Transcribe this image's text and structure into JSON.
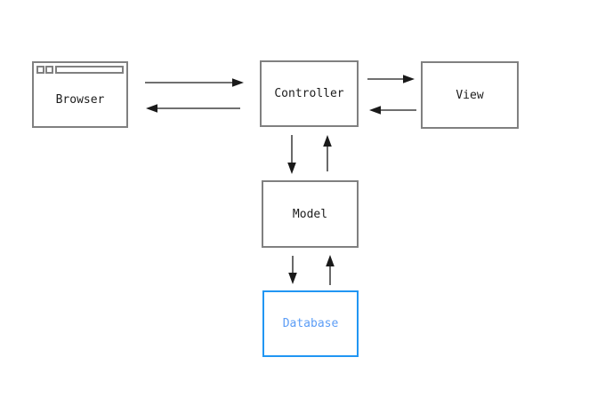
{
  "diagram": {
    "description": "MVC web architecture flow diagram",
    "nodes": {
      "browser": {
        "label": "Browser",
        "kind": "browser-window"
      },
      "controller": {
        "label": "Controller",
        "kind": "box"
      },
      "view": {
        "label": "View",
        "kind": "box"
      },
      "model": {
        "label": "Model",
        "kind": "box"
      },
      "database": {
        "label": "Database",
        "kind": "box",
        "highlighted": true
      }
    },
    "edges": [
      {
        "from": "browser",
        "to": "controller"
      },
      {
        "from": "controller",
        "to": "browser"
      },
      {
        "from": "controller",
        "to": "view"
      },
      {
        "from": "view",
        "to": "controller"
      },
      {
        "from": "controller",
        "to": "model"
      },
      {
        "from": "model",
        "to": "controller"
      },
      {
        "from": "model",
        "to": "database"
      },
      {
        "from": "database",
        "to": "model"
      }
    ]
  },
  "colors": {
    "bg": "#ffffff",
    "box_border": "#808080",
    "text": "#1c1c1c",
    "accent": "#2196f3",
    "accent_text": "#5c9df6",
    "arrow": "#1a1a1a"
  }
}
